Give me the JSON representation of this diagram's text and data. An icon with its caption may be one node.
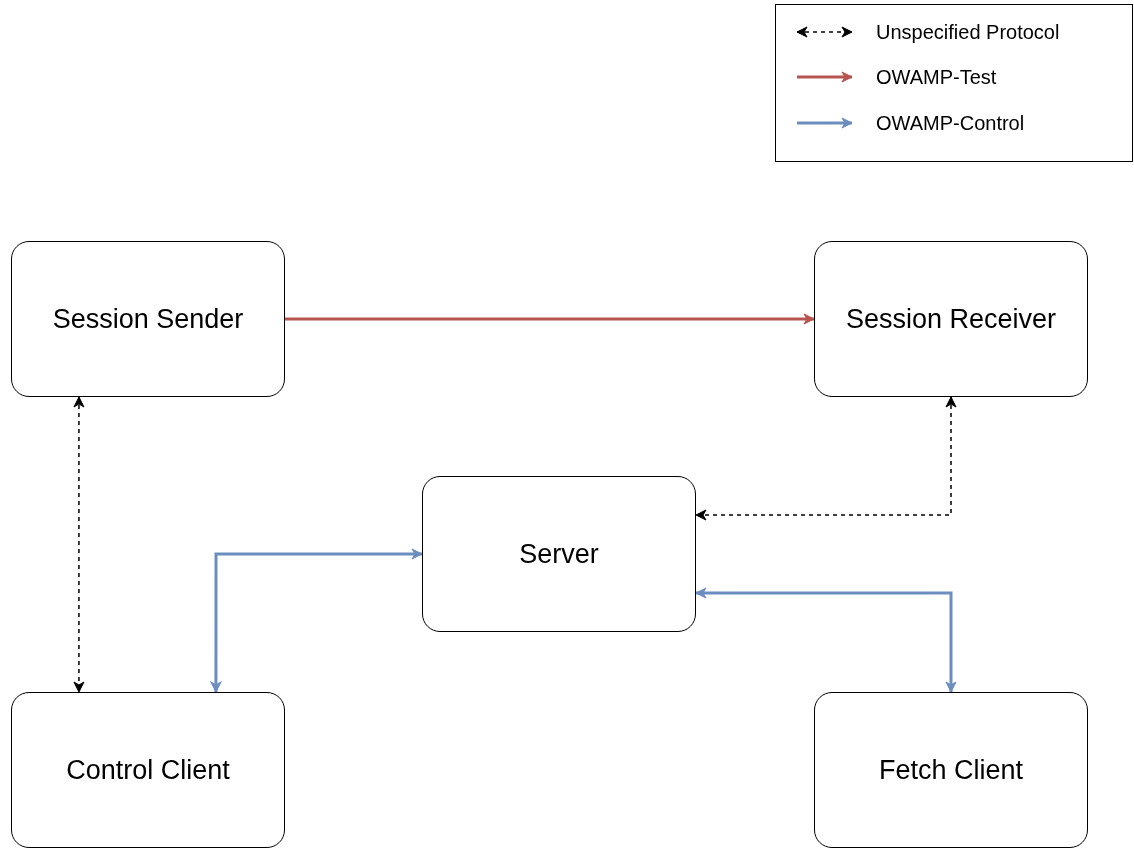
{
  "diagram": {
    "nodes": [
      {
        "text": [
          "Session Sender"
        ]
      },
      {
        "text": [
          "Session Receiver"
        ]
      },
      {
        "text": [
          "Server"
        ]
      },
      {
        "text": [
          "Control Client"
        ]
      },
      {
        "text": [
          "Fetch Client"
        ]
      }
    ],
    "edges": [
      {
        "from": 0,
        "to": 1,
        "arrow": "to",
        "color": "#b85450"
      },
      {
        "from": 0,
        "to": 3,
        "arrow": "both",
        "style": "dashed"
      },
      {
        "from": 1,
        "to": 2,
        "arrow": "both",
        "style": "dashed"
      },
      {
        "from": 2,
        "to": 3,
        "arrow": "both",
        "color": "#6c8ebf"
      },
      {
        "from": 2,
        "to": 4,
        "arrow": "both",
        "color": "#6c8ebf"
      }
    ],
    "legend": [
      {
        "text": "Unspecified Protocol"
      },
      {
        "text": "OWAMP-Test"
      },
      {
        "text": "OWAMP-Control"
      }
    ]
  }
}
